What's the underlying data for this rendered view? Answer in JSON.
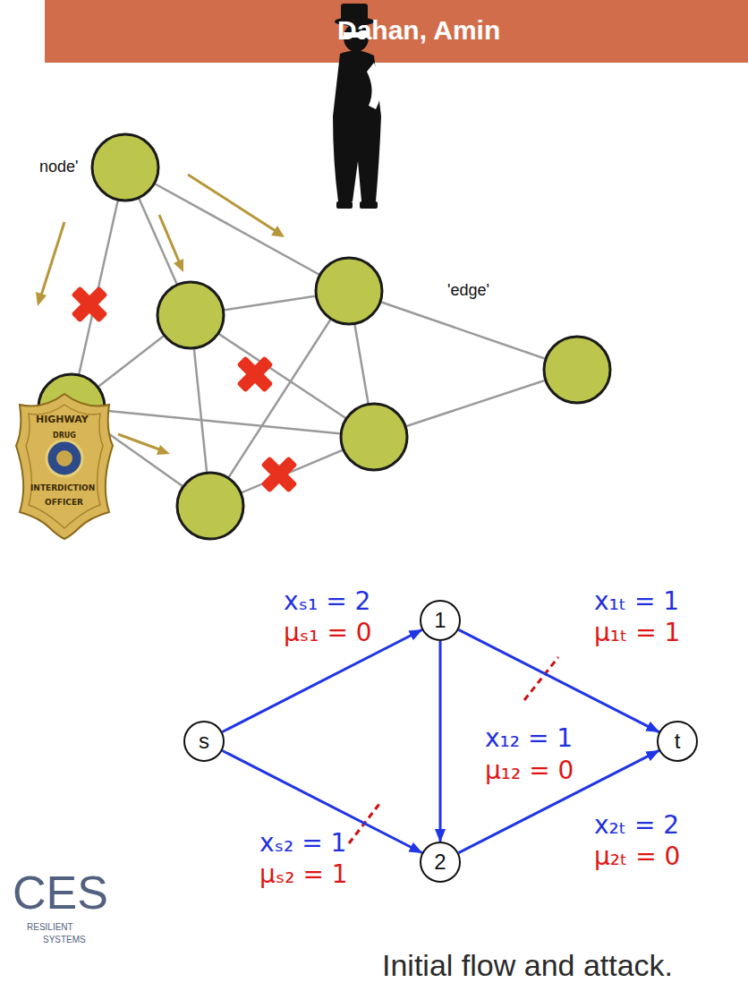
{
  "diagram": {
    "title": "Dahan, Amin",
    "nodes": [
      {
        "text": [
          "s"
        ]
      },
      {
        "text": [
          "1"
        ]
      },
      {
        "text": [
          "2"
        ]
      },
      {
        "text": [
          "t"
        ]
      }
    ],
    "edges": [
      {
        "from": 0,
        "to": 1,
        "arrow": "to"
      },
      {
        "from": 0,
        "to": 2,
        "arrow": "to"
      },
      {
        "from": 1,
        "to": 3,
        "arrow": "to"
      },
      {
        "from": 1,
        "to": 2,
        "arrow": "to"
      },
      {
        "from": 2,
        "to": 3,
        "arrow": "to"
      }
    ],
    "labels": [
      "node'",
      "'edge'",
      "HIGHWAY",
      "DRUG",
      "INTERDICTION",
      "OFFICER",
      "xₛ₁ = 2",
      "μₛ₁ = 0",
      "x₁ₜ = 1",
      "μ₁ₜ = 1",
      "x₁₂ = 1",
      "μ₁₂ = 0",
      "xₛ₂ = 1",
      "μₛ₂ = 1",
      "x₂ₜ = 2",
      "μ₂ₜ = 0",
      "CES",
      "RESILIENT",
      "SYSTEMS"
    ],
    "caption": "Initial flow and attack."
  }
}
